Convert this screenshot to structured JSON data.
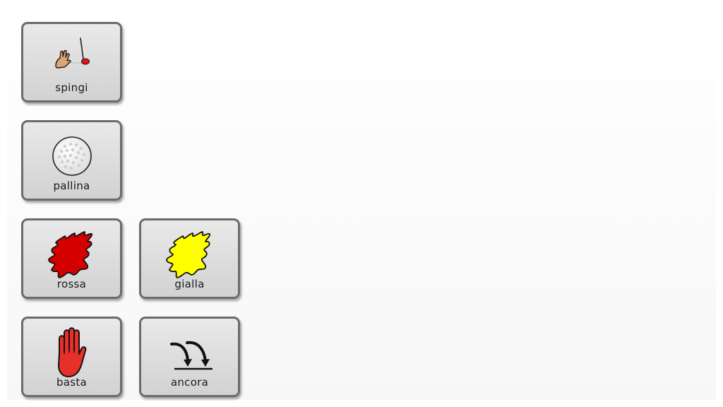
{
  "board": {
    "tiles": [
      {
        "id": "spingi",
        "label": "spingi",
        "icon": "push-hand-icon"
      },
      {
        "id": "pallina",
        "label": "pallina",
        "icon": "golf-ball-icon"
      },
      {
        "id": "rossa",
        "label": "rossa",
        "icon": "red-color-splash-icon",
        "color": "#d40000"
      },
      {
        "id": "gialla",
        "label": "gialla",
        "icon": "yellow-color-splash-icon",
        "color": "#ffff00"
      },
      {
        "id": "basta",
        "label": "basta",
        "icon": "stop-hand-icon",
        "color": "#e8302a"
      },
      {
        "id": "ancora",
        "label": "ancora",
        "icon": "again-arrows-icon"
      }
    ]
  }
}
